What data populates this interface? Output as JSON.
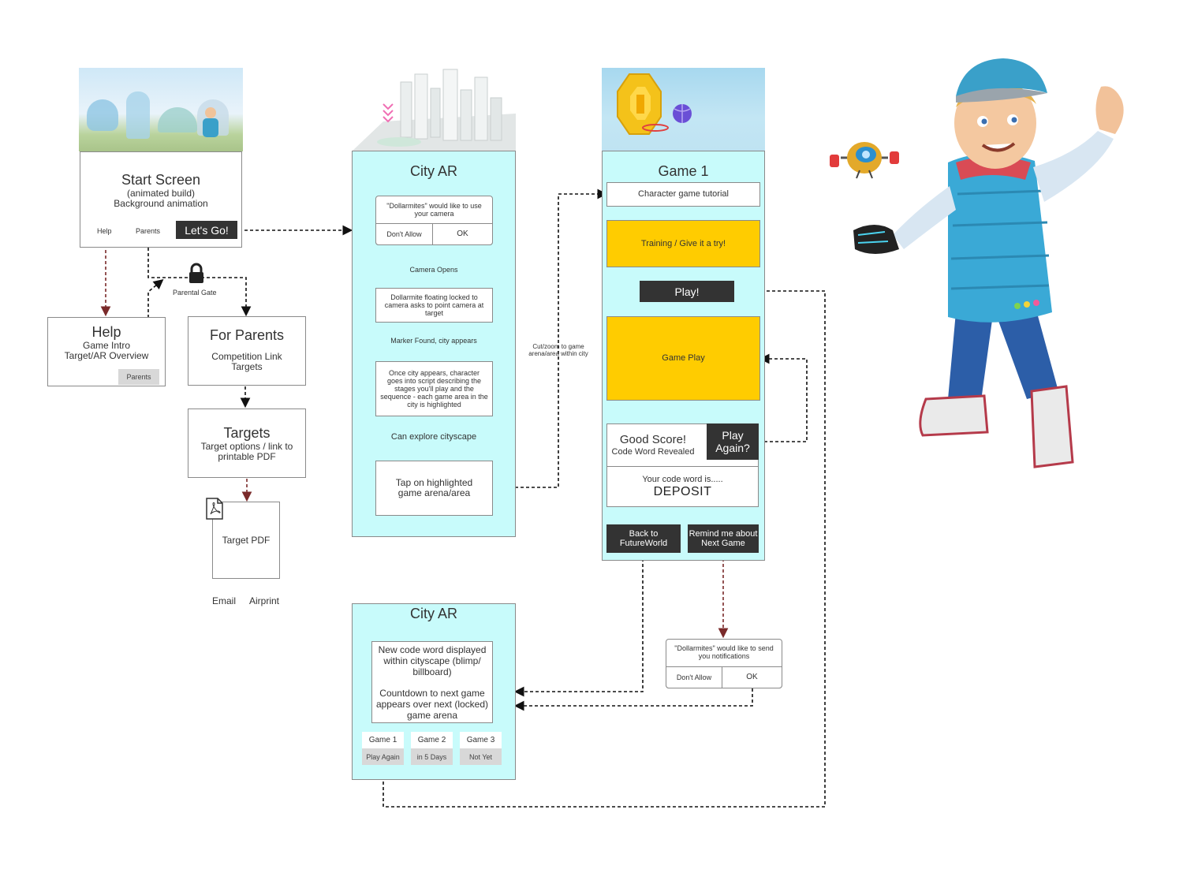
{
  "start": {
    "title": "Start Screen",
    "sub1": "(animated build)",
    "sub2": "Background animation",
    "help": "Help",
    "parents": "Parents",
    "go": "Let's Go!"
  },
  "gate": {
    "label": "Parental Gate"
  },
  "help_box": {
    "title": "Help",
    "line1": "Game Intro",
    "line2": "Target/AR Overview",
    "parents": "Parents"
  },
  "for_parents": {
    "title": "For Parents",
    "line1": "Competition Link",
    "line2": "Targets"
  },
  "targets": {
    "title": "Targets",
    "line1": "Target options / link to",
    "line2": "printable PDF"
  },
  "pdf": {
    "label": "Target PDF",
    "email": "Email",
    "airprint": "Airprint"
  },
  "city1": {
    "title": "City AR",
    "dialog_line1": "\"Dollarmites\" would like to use",
    "dialog_line2": "your camera",
    "dont_allow": "Don't Allow",
    "ok": "OK",
    "camera_opens": "Camera Opens",
    "floating_1": "Dollarmite floating locked to",
    "floating_2": "camera asks to point camera at",
    "floating_3": "target",
    "marker": "Marker Found, city appears",
    "once_1": "Once city appears, character",
    "once_2": "goes into script describing the",
    "once_3": "stages you'll play and the",
    "once_4": "sequence - each game area in the",
    "once_5": "city is highlighted",
    "explore": "Can explore cityscape",
    "tap_1": "Tap on highlighted",
    "tap_2": "game arena/area"
  },
  "cut": {
    "line1": "Cut/zoom to game",
    "line2": "arena/area within city"
  },
  "game1": {
    "title": "Game 1",
    "tutorial": "Character game tutorial",
    "training": "Training / Give it a try!",
    "play": "Play!",
    "gameplay": "Game Play",
    "good_score": "Good Score!",
    "code_revealed": "Code Word Revealed",
    "play_again_1": "Play",
    "play_again_2": "Again?",
    "your_code": "Your code word is.....",
    "code": "DEPOSIT",
    "back_1": "Back to",
    "back_2": "FutureWorld",
    "remind_1": "Remind me about",
    "remind_2": "Next Game"
  },
  "notif": {
    "line1": "\"Dollarmites\" would like to send",
    "line2": "you notifications",
    "dont_allow": "Don't Allow",
    "ok": "OK"
  },
  "city2": {
    "title": "City AR",
    "l1": "New code word displayed",
    "l2": "within cityscape (blimp/",
    "l3": "billboard)",
    "l4": "Countdown to next game",
    "l5": "appears over next (locked)",
    "l6": "game arena",
    "games": [
      {
        "name": "Game 1",
        "status": "Play Again"
      },
      {
        "name": "Game 2",
        "status": "in 5 Days"
      },
      {
        "name": "Game 3",
        "status": "Not Yet"
      }
    ]
  },
  "colors": {
    "panel": "#c8fbfb",
    "yellow": "#ffcc00",
    "dark": "#333333",
    "arrow_red": "#7a2a2a"
  }
}
